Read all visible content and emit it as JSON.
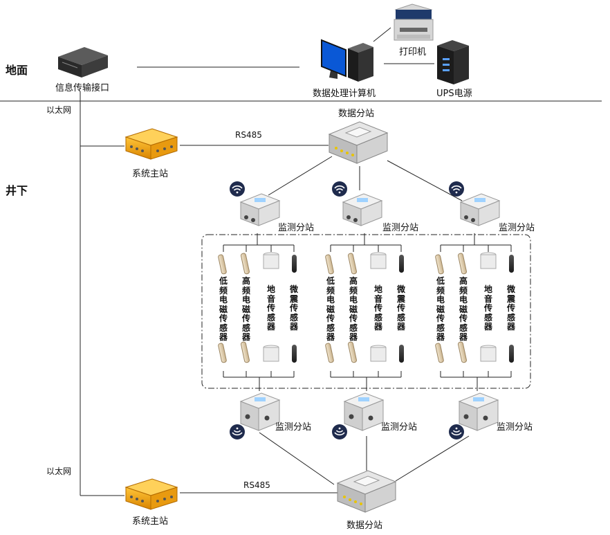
{
  "zones": {
    "surface": "地面",
    "underground": "井下"
  },
  "surface": {
    "interface": "信息传输接口",
    "computer": "数据处理计算机",
    "printer": "打印机",
    "ups": "UPS电源"
  },
  "links": {
    "ethernet": "以太网",
    "rs485": "RS485"
  },
  "master_station": "系统主站",
  "data_substation": "数据分站",
  "monitor_substation": "监测分站",
  "sensors": [
    "低频电磁传感器",
    "高频电磁传感器",
    "地音传感器",
    "微震传感器"
  ],
  "colors": {
    "line": "#222222",
    "master": "#f0a818",
    "wifi": "#1f2b4d"
  }
}
